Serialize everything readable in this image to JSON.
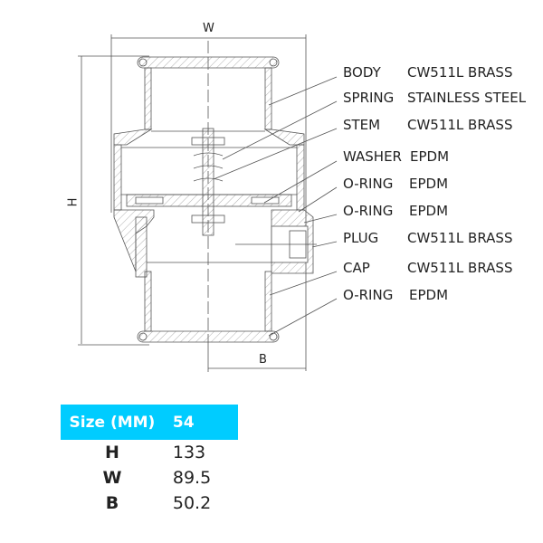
{
  "dimensions": {
    "w": "W",
    "h": "H",
    "b": "B"
  },
  "parts": [
    {
      "name": "BODY",
      "material": "CW511L BRASS"
    },
    {
      "name": "SPRING",
      "material": "STAINLESS STEEL"
    },
    {
      "name": "STEM",
      "material": "CW511L BRASS"
    },
    {
      "name": "WASHER",
      "material": "EPDM"
    },
    {
      "name": "O-RING",
      "material": "EPDM"
    },
    {
      "name": "O-RING",
      "material": "EPDM"
    },
    {
      "name": "PLUG",
      "material": "CW511L BRASS"
    },
    {
      "name": "CAP",
      "material": "CW511L BRASS"
    },
    {
      "name": "O-RING",
      "material": "EPDM"
    }
  ],
  "table": {
    "header": {
      "label": "Size (MM)",
      "value": "54"
    },
    "rows": [
      {
        "label": "H",
        "value": "133"
      },
      {
        "label": "W",
        "value": "89.5"
      },
      {
        "label": "B",
        "value": "50.2"
      }
    ]
  }
}
